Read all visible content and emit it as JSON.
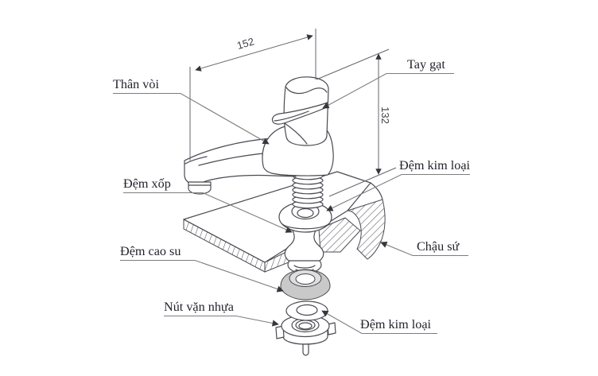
{
  "diagram": {
    "dimensions": {
      "length": "152",
      "height": "132"
    },
    "labels": {
      "than_voi": "Thân vòi",
      "tay_gat": "Tay gạt",
      "dem_xop": "Đệm xốp",
      "dem_kim_loai_tren": "Đệm kim loại",
      "chau_su": "Chậu sứ",
      "dem_cao_su": "Đệm cao su",
      "nut_van_nhua": "Nút vặn nhựa",
      "dem_kim_loai_duoi": "Đệm kim loại"
    },
    "colors": {
      "background": "#ffffff",
      "outline": "#4a4a52",
      "leader": "#7d7d7d",
      "dimension": "#66666e",
      "label_text": "#23232c",
      "rubber_gasket_fill": "#c9c9c9",
      "hatch": "#55555c"
    }
  }
}
